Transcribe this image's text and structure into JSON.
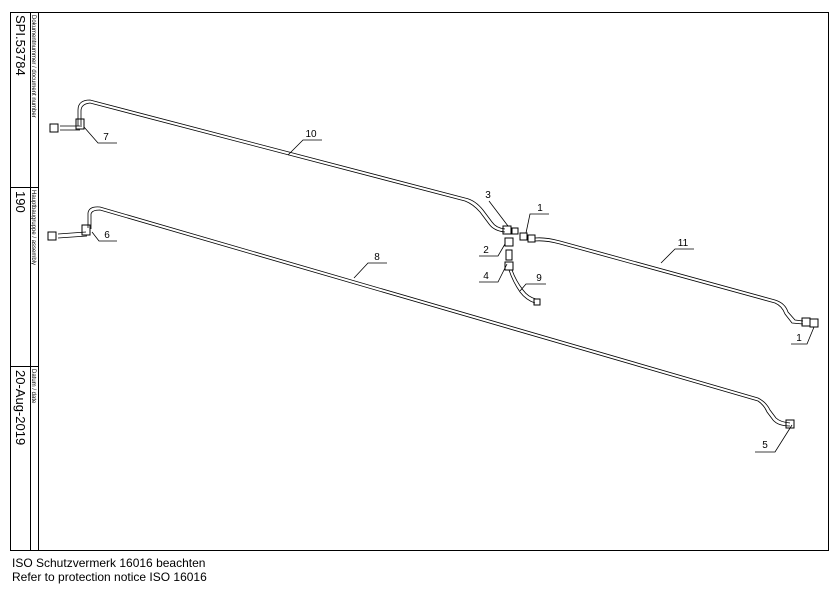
{
  "title_block": {
    "document_number_label": "Dokumentnummer / document number",
    "document_number": "SPI.53784",
    "assembly_label": "Hauptbaugruppe / assembly",
    "assembly": "190",
    "date_label": "Datum / date",
    "date": "20-Aug-2019"
  },
  "callouts": [
    "7",
    "10",
    "3",
    "1",
    "6",
    "2",
    "11",
    "8",
    "4",
    "9",
    "1",
    "5"
  ],
  "notice": {
    "line1": "ISO Schutzvermerk 16016 beachten",
    "line2": "Refer to protection notice ISO 16016"
  }
}
